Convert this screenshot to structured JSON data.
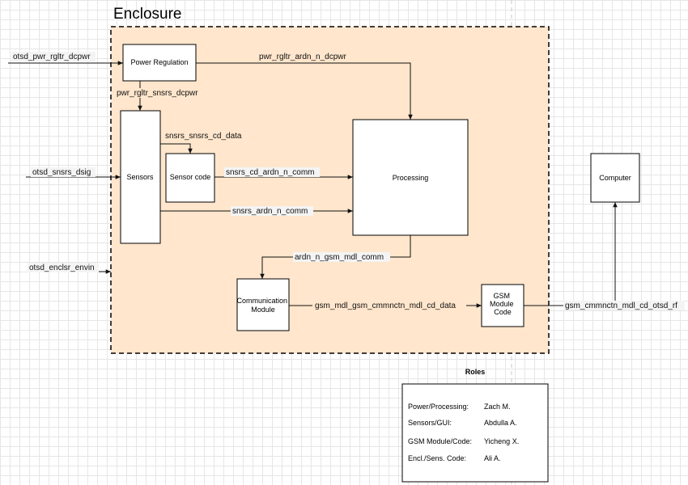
{
  "enclosure": {
    "title": "Enclosure",
    "fill": "#ffe6cc"
  },
  "blocks": {
    "power_regulation": "Power Regulation",
    "sensors": "Sensors",
    "sensor_code": "Sensor code",
    "processing": "Processing",
    "communication_module": [
      "Communication",
      "Module"
    ],
    "gsm_module_code": [
      "GSM",
      "Module",
      "Code"
    ],
    "computer": "Computer"
  },
  "connections": {
    "otsd_pwr": "otsd_pwr_rgltr_dcpwr",
    "pwr_ardn": "pwr_rgltr_ardn_n_dcpwr",
    "pwr_snsrs": "pwr_rgltr_snsrs_dcpwr",
    "snsrs_cd": "snsrs_snsrs_cd_data",
    "otsd_snsrs": "otsd_snsrs_dsig",
    "snsrs_cd_ardn": "snsrs_cd_ardn_n_comm",
    "snsrs_ardn": "snsrs_ardn_n_comm",
    "otsd_enclsr": "otsd_enclsr_envin",
    "ardn_gsm": "ardn_n_gsm_mdl_comm",
    "gsm_mdl_cd": "gsm_mdl_gsm_cmmnctn_mdl_cd_data",
    "gsm_rf": "gsm_cmmnctn_mdl_cd_otsd_rf"
  },
  "roles": {
    "title": "Roles",
    "entries": [
      {
        "role": "Power/Processing:",
        "person": "Zach M."
      },
      {
        "role": "Sensors/GUI:",
        "person": "Abdulla A."
      },
      {
        "role": "GSM Module/Code:",
        "person": "Yicheng X."
      },
      {
        "role": "Encl./Sens. Code:",
        "person": "Ali A."
      }
    ]
  }
}
